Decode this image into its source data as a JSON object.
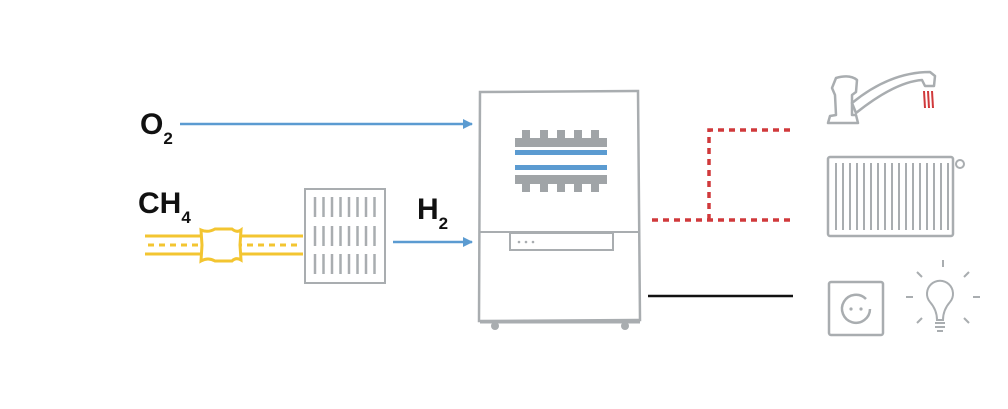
{
  "labels": {
    "oxygen": {
      "main": "O",
      "sub": "2"
    },
    "methane": {
      "main": "CH",
      "sub": "4"
    },
    "hydrogen": {
      "main": "H",
      "sub": "2"
    }
  },
  "colors": {
    "gas_flow": "#5b9bd1",
    "heat": "#d0393b",
    "electricity": "#111111",
    "gas_pipe": "#f3c531",
    "device": "#a9adb0"
  },
  "icons": [
    "methane-pipe-icon",
    "reformer-icon",
    "fuel-cell-icon",
    "faucet-icon",
    "radiator-icon",
    "power-socket-icon",
    "light-bulb-icon"
  ]
}
